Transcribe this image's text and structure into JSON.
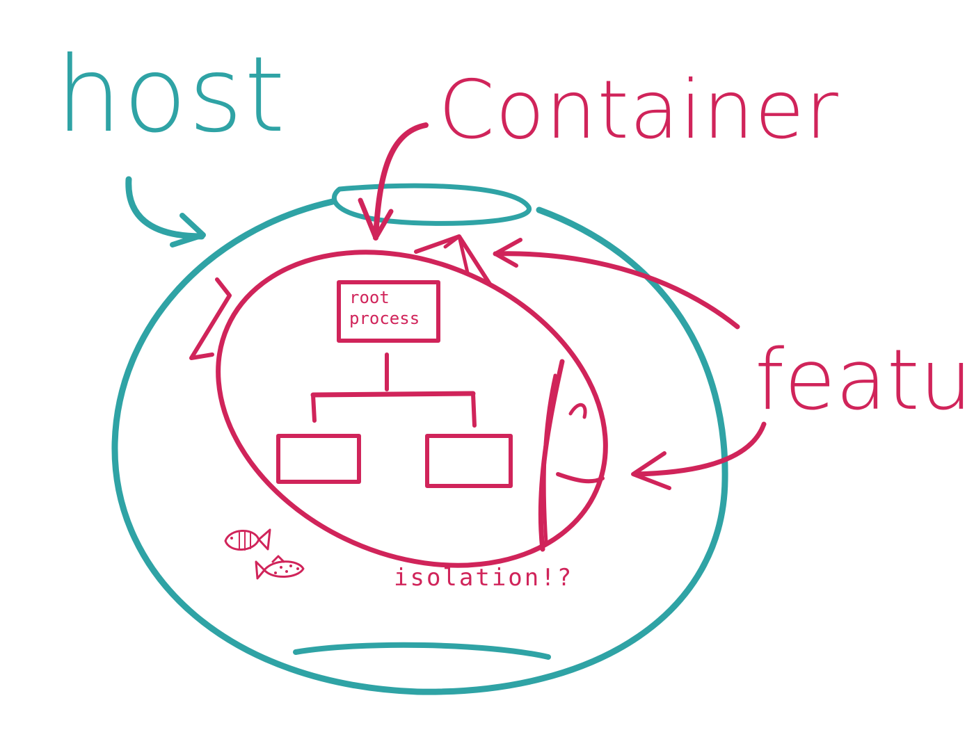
{
  "colors": {
    "host": "#2fa3a5",
    "container": "#d0245a",
    "background": "#ffffff"
  },
  "labels": {
    "host": "host",
    "container": "Container",
    "features": "features",
    "root_line1": "root",
    "root_line2": "process",
    "isolation": "isolation!?"
  },
  "icons": {
    "fish": "fish-icon",
    "arrow": "arrow-icon"
  }
}
